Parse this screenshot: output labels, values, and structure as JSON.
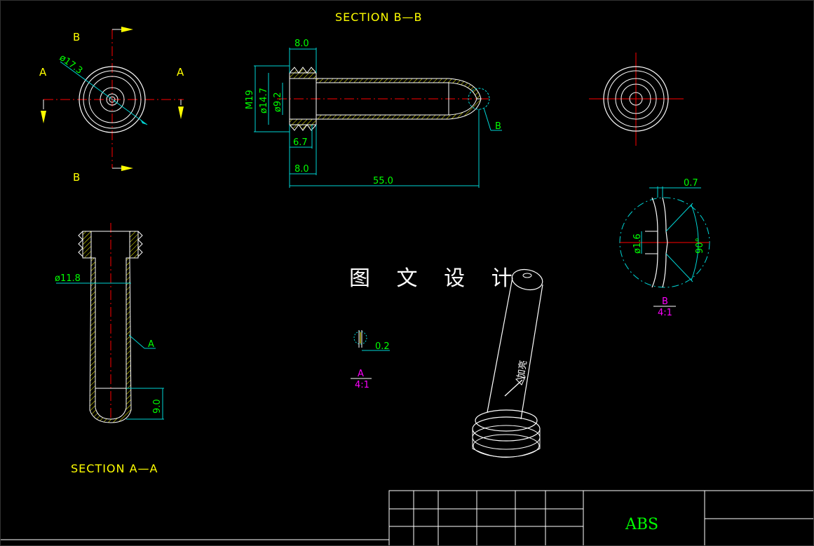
{
  "drawing": {
    "section_bb_title": "SECTION B—B",
    "section_aa_title": "SECTION A—A",
    "watermark": "图 文 设 计",
    "material": "ABS",
    "cut_labels": {
      "b": "B",
      "a": "A"
    },
    "front_view": {
      "dia_label": "ø17.3"
    },
    "section_bb": {
      "dim_top": "8.0",
      "dim_m19": "M19",
      "dim_d147": "ø14.7",
      "dim_d92": "ø9.2",
      "dim_67": "6.7",
      "dim_80b": "8.0",
      "dim_550": "55.0",
      "detail_callout": "B"
    },
    "section_aa": {
      "dim_d118": "ø11.8",
      "dim_90": "9.0",
      "detail_callout": "A"
    },
    "detail_b": {
      "dim_07": "0.7",
      "dim_d16": "ø1.6",
      "dim_angle": "90°",
      "label": "B",
      "scale": "4:1"
    },
    "detail_a": {
      "dim_02": "0.2",
      "label": "A",
      "scale": "4:1"
    }
  },
  "colors": {
    "background": "#000000",
    "line": "#ffffff",
    "dimension": "#00d4d4",
    "dim_text": "#00ff00",
    "centerline": "#ff0000",
    "hatch": "#ffff00",
    "title_text": "#ffff00",
    "magenta": "#ff00ff",
    "arrow": "#ffff00"
  }
}
